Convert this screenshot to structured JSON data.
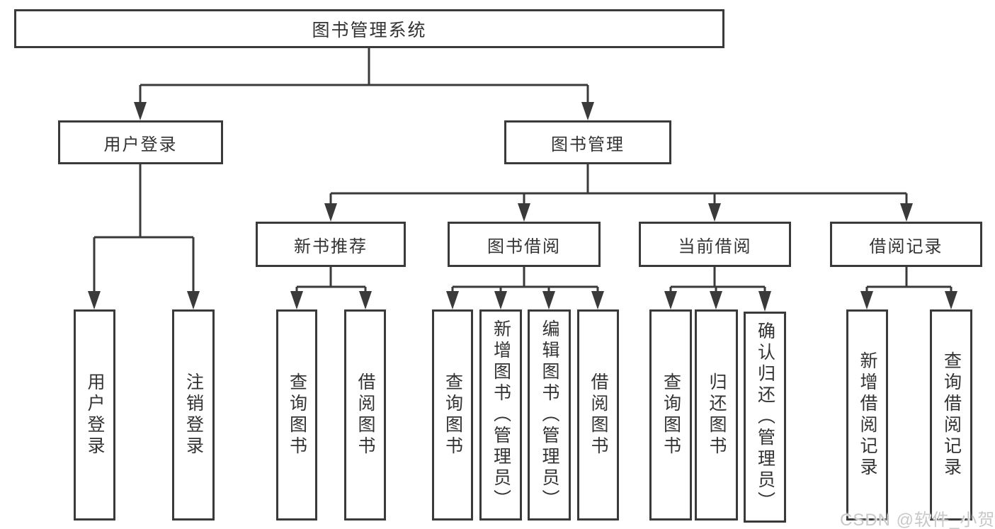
{
  "diagram": {
    "root": {
      "label": "图书管理系统"
    },
    "branches": [
      {
        "label": "用户登录",
        "children": [
          "用户登录",
          "注销登录"
        ]
      },
      {
        "label": "图书管理",
        "groups": [
          {
            "label": "新书推荐",
            "children": [
              "查询图书",
              "借阅图书"
            ]
          },
          {
            "label": "图书借阅",
            "children": [
              "查询图书",
              "新增图书（管理员）",
              "编辑图书（管理员）",
              "借阅图书"
            ]
          },
          {
            "label": "当前借阅",
            "children": [
              "查询图书",
              "归还图书",
              "确认归还（管理员）"
            ]
          },
          {
            "label": "借阅记录",
            "children": [
              "新增借阅记录",
              "查询借阅记录"
            ]
          }
        ]
      }
    ]
  },
  "watermark": "CSDN @软件_小贺同学",
  "colors": {
    "line": "#3a3a3a",
    "text": "#333333",
    "watermark": "#c8c8c8",
    "background": "#ffffff"
  }
}
